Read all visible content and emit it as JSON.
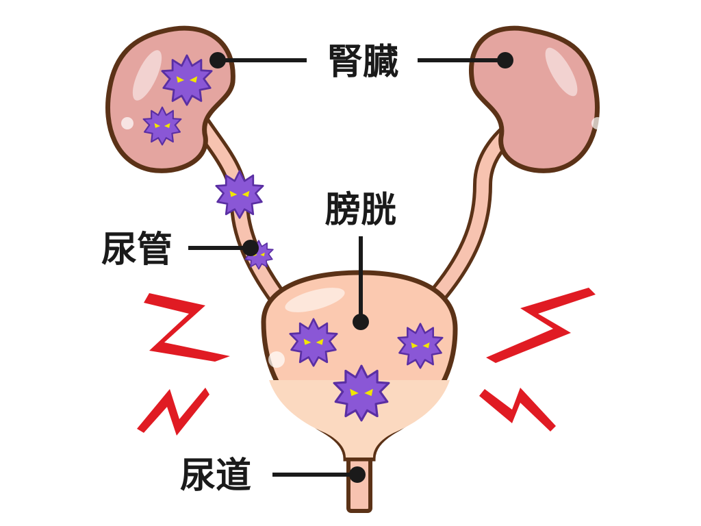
{
  "labels": {
    "kidney": "腎臓",
    "bladder": "膀胱",
    "ureter": "尿管",
    "urethra": "尿道"
  },
  "colors": {
    "outline": "#5b3217",
    "kidney_fill": "#e4a5a0",
    "tube_fill": "#f7c3b0",
    "bladder_fill": "#fbc9b0",
    "urine_fill": "#fbd9c0",
    "germ_fill": "#8a57d6",
    "germ_stroke": "#5a2fa3",
    "germ_eyes": "#f2e600",
    "pain_marks": "#e01b23",
    "leader_lines": "#1a1a1a"
  },
  "icons": [
    "germ-icon",
    "pain-spark-icon"
  ]
}
